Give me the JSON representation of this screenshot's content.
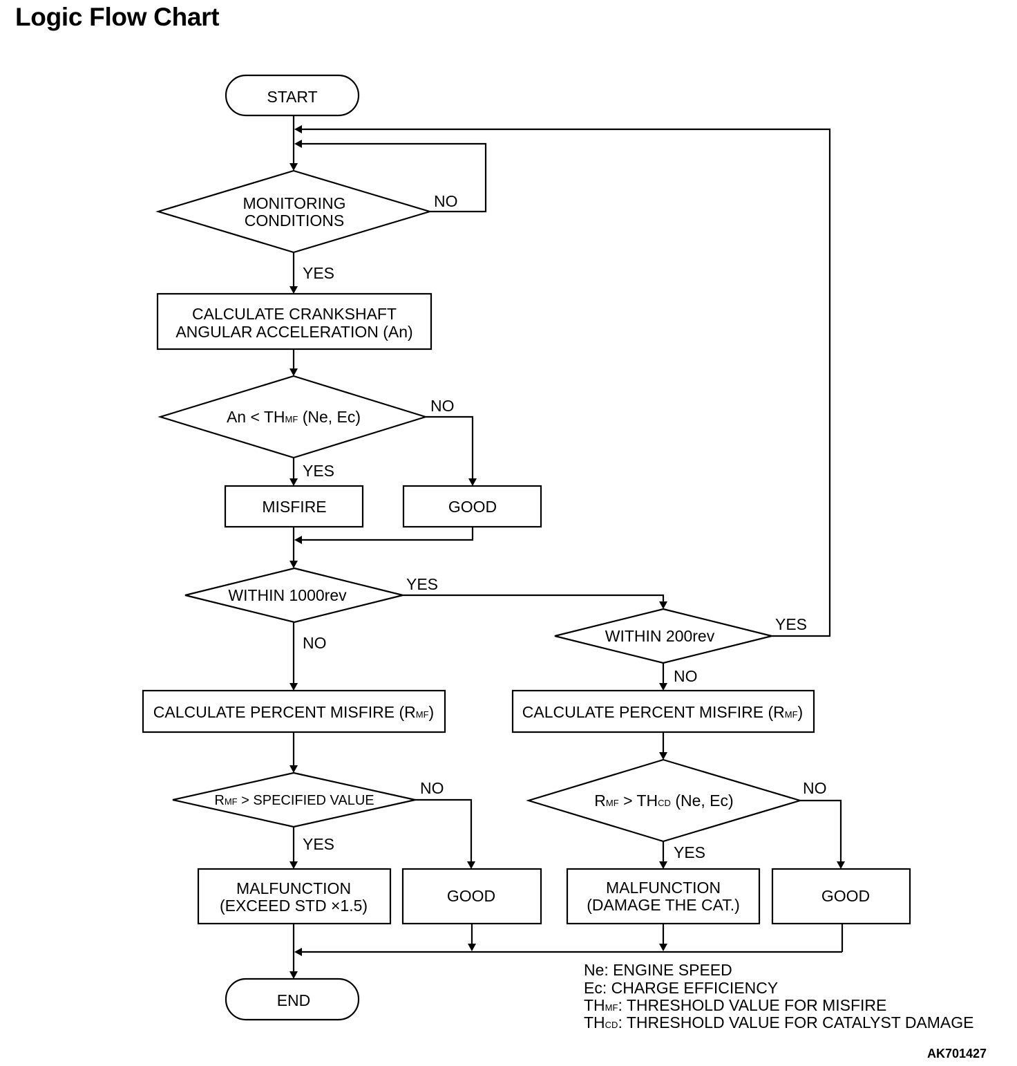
{
  "title": "Logic Flow Chart",
  "doc_id": "AK701427",
  "nodes": {
    "start": "START",
    "monitoring_1": "MONITORING",
    "monitoring_2": "CONDITIONS",
    "calc_accel_1": "CALCULATE CRANKSHAFT",
    "calc_accel_2": "ANGULAR ACCELERATION (An)",
    "an_cond": {
      "a": "An < TH",
      "sub": "MF",
      "b": " (Ne,  Ec)"
    },
    "misfire": "MISFIRE",
    "good_1": "GOOD",
    "within_1000": "WITHIN 1000rev",
    "within_200": "WITHIN 200rev",
    "calc_pct_left": {
      "a": "CALCULATE PERCENT MISFIRE (R",
      "sub": "MF",
      "b": ")"
    },
    "calc_pct_right": {
      "a": "CALCULATE PERCENT MISFIRE (R",
      "sub": "MF",
      "b": ")"
    },
    "rmf_spec": {
      "a": "R",
      "sub": "MF",
      "b": " > SPECIFIED VALUE"
    },
    "rmf_thcd": {
      "a": "R",
      "sub": "MF",
      "b": " > TH",
      "sub2": "CD",
      "c": " (Ne, Ec)"
    },
    "malf_std_1": "MALFUNCTION",
    "malf_std_2": "(EXCEED STD  ×1.5)",
    "good_2": "GOOD",
    "malf_cat_1": "MALFUNCTION",
    "malf_cat_2": "(DAMAGE THE CAT.)",
    "good_3": "GOOD",
    "end": "END"
  },
  "edges": {
    "monitoring_no": "NO",
    "monitoring_yes": "YES",
    "an_no": "NO",
    "an_yes": "YES",
    "w1000_yes": "YES",
    "w1000_no": "NO",
    "w200_yes": "YES",
    "w200_no": "NO",
    "spec_no": "NO",
    "spec_yes": "YES",
    "thcd_no": "NO",
    "thcd_yes": "YES"
  },
  "legend": [
    {
      "abbr": "Ne",
      "sub": "",
      "text": ": ENGINE SPEED"
    },
    {
      "abbr": "Ec",
      "sub": "",
      "text": ": CHARGE EFFICIENCY"
    },
    {
      "abbr": "TH",
      "sub": "MF",
      "text": ": THRESHOLD VALUE FOR MISFIRE"
    },
    {
      "abbr": "TH",
      "sub": "CD",
      "text": ": THRESHOLD VALUE FOR CATALYST DAMAGE"
    }
  ]
}
